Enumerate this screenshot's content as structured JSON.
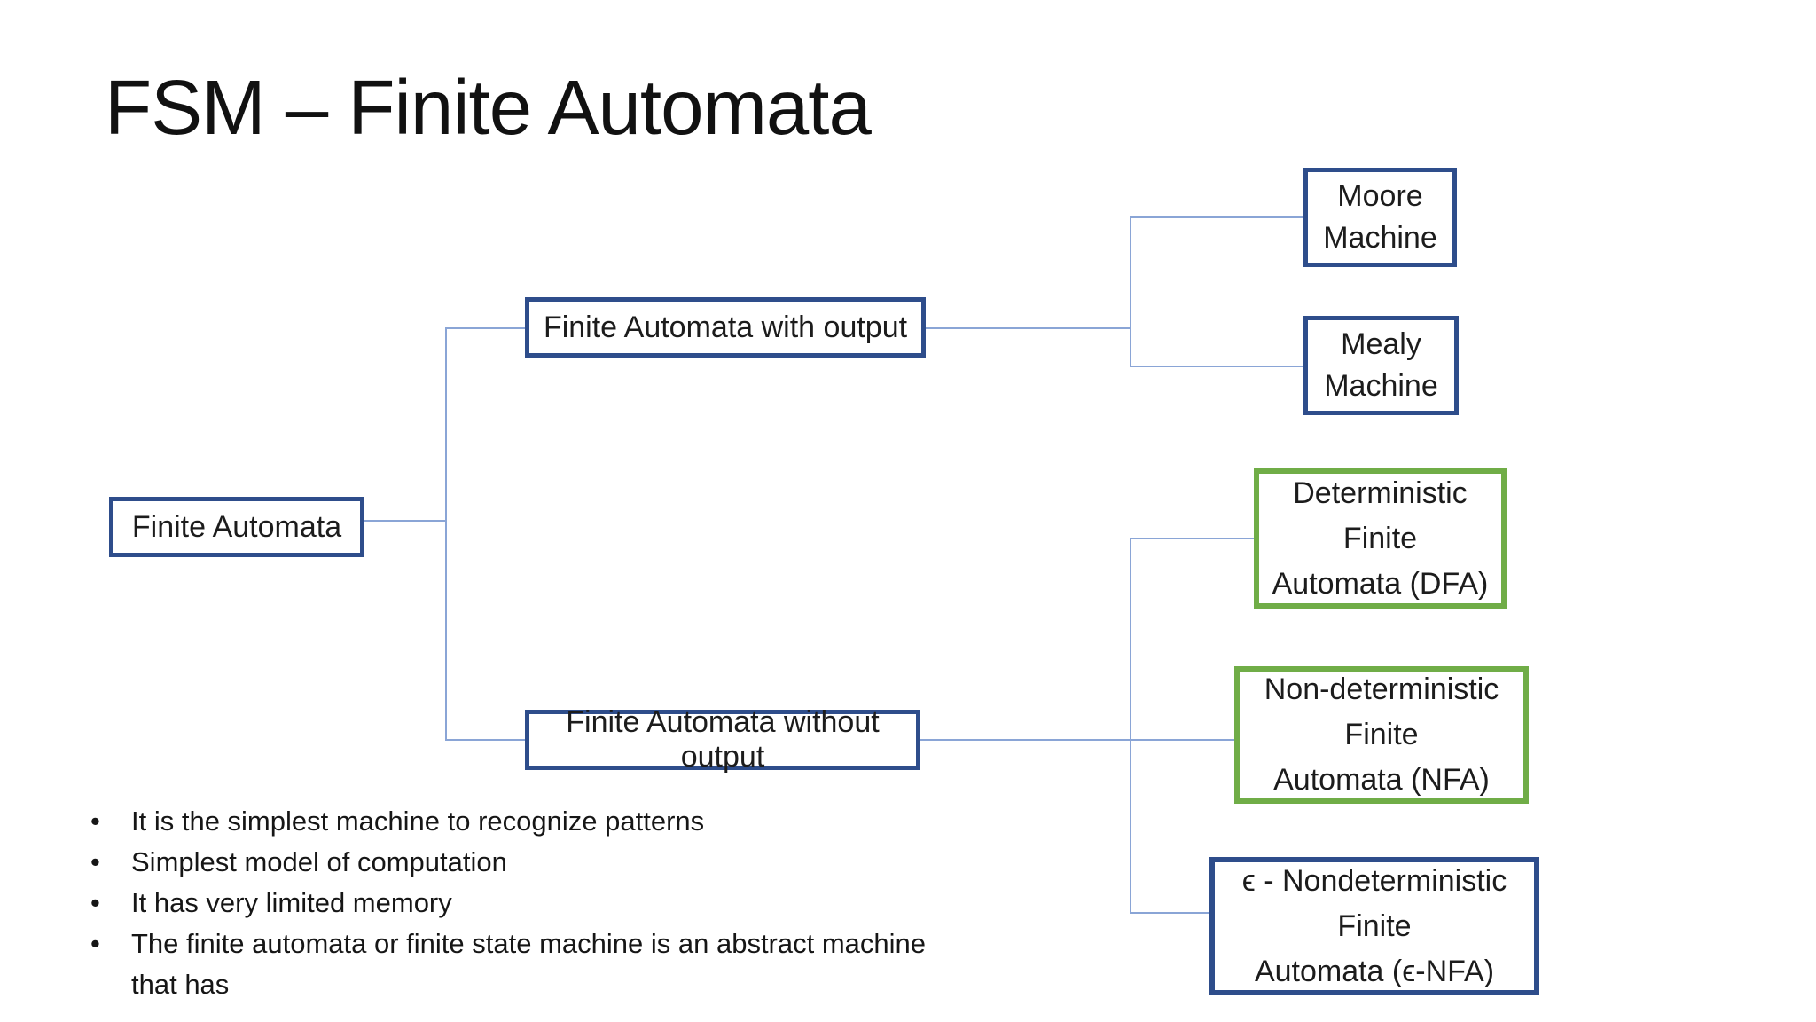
{
  "title": "FSM – Finite Automata",
  "tree": {
    "root": "Finite Automata",
    "with_output": "Finite Automata with output",
    "without_output": "Finite Automata without output",
    "moore": "Moore\nMachine",
    "mealy": "Mealy\nMachine",
    "dfa": "Deterministic\nFinite\nAutomata (DFA)",
    "nfa": "Non-deterministic\nFinite\nAutomata (NFA)",
    "enfa": "ϵ  - Nondeterministic\nFinite\nAutomata (ϵ-NFA)"
  },
  "bullets": [
    "It is the simplest machine to recognize patterns",
    "Simplest model of computation",
    "It has very limited memory",
    "The finite automata or finite state machine is an abstract machine that has"
  ],
  "colors": {
    "blue_border": "#2e4d8b",
    "green_border": "#70ad47",
    "connector_line": "#8aa5d6",
    "text": "#1c1c1c",
    "background": "#ffffff"
  }
}
